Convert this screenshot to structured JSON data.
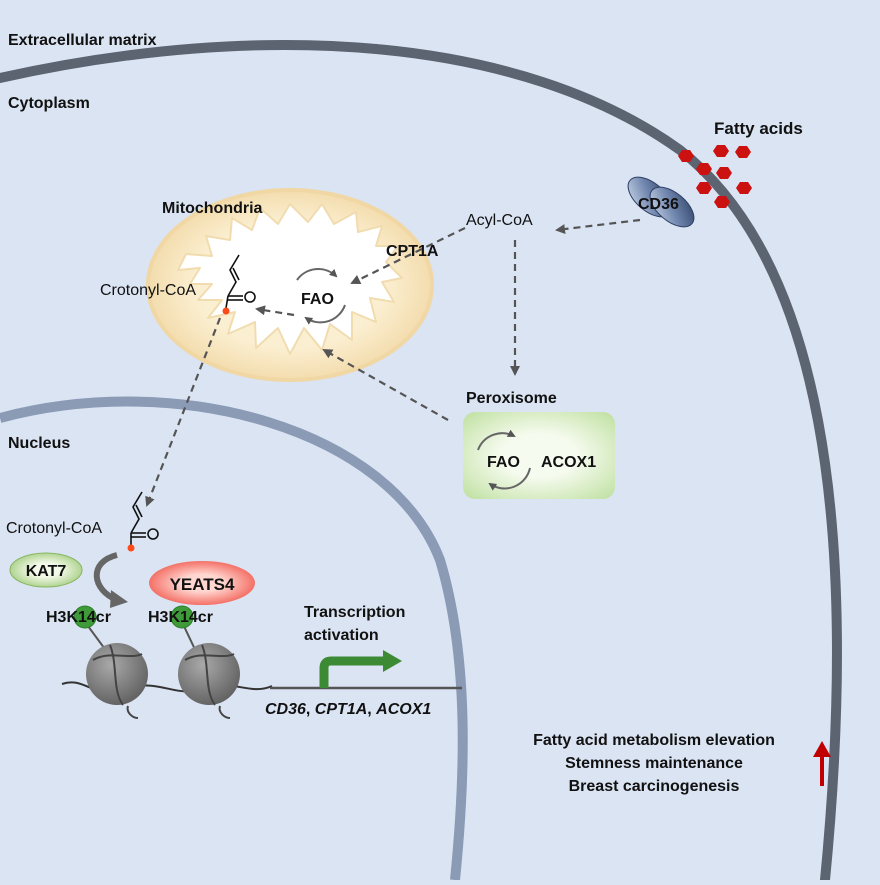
{
  "regions": {
    "extracellular": "Extracellular matrix",
    "cytoplasm": "Cytoplasm",
    "nucleus": "Nucleus"
  },
  "molecules": {
    "fatty_acids": "Fatty acids",
    "cd36": "CD36",
    "acyl_coa": "Acyl-CoA",
    "crotonyl_coa_mito": "Crotonyl-CoA",
    "crotonyl_coa_nuc": "Crotonyl-CoA"
  },
  "organelles": {
    "mitochondria": "Mitochondria",
    "peroxisome": "Peroxisome"
  },
  "enzymes": {
    "cpt1a": "CPT1A",
    "fao_mito": "FAO",
    "fao_perox": "FAO",
    "acox1": "ACOX1",
    "kat7": "KAT7",
    "yeats4": "YEATS4"
  },
  "histone": {
    "mark1": "H3K14cr",
    "mark2": "H3K14cr"
  },
  "transcription": {
    "line1": "Transcription",
    "line2": "activation",
    "gene1": "CD36",
    "sep1": ", ",
    "gene2": "CPT1A",
    "sep2": ", ",
    "gene3": "ACOX1"
  },
  "outcomes": [
    "Fatty acid metabolism elevation",
    "Stemness maintenance",
    "Breast carcinogenesis"
  ],
  "colors": {
    "background": "#dbe4f3",
    "membrane": "#5b6470",
    "nucleus_envelope": "#8b9bb5",
    "mito_outer": "#f4ddaa",
    "peroxisome": "#cfe6b3",
    "arrow": "#555555",
    "dot_red": "#cc1111",
    "up_arrow": "#c00000",
    "transcription_arrow": "#3d8a35"
  }
}
